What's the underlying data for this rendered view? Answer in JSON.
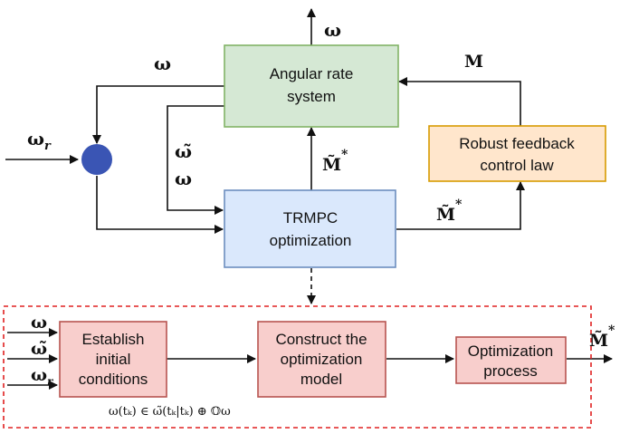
{
  "blocks": {
    "angular_rate": [
      "Angular rate",
      "system"
    ],
    "robust_feedback": [
      "Robust feedback",
      "control law"
    ],
    "trmpc": [
      "TRMPC",
      "optimization"
    ],
    "establish": [
      "Establish",
      "initial",
      "conditions"
    ],
    "construct": [
      "Construct the",
      "optimization",
      "model"
    ],
    "opt_process": [
      "Optimization",
      "process"
    ]
  },
  "labels": {
    "omega": "ω",
    "omega_tilde": "ω̃",
    "omega_r_base": "ω",
    "omega_r_sub": "r",
    "M": "M",
    "M_tilde": "M̃",
    "star": "*",
    "constraint": "ω(tₖ) ∈ ω̃(tₖ|tₖ) ⊕ 𝕆ω"
  },
  "colors": {
    "green_fill": "#d5e8d4",
    "green_stroke": "#82b366",
    "orange_fill": "#ffe6cc",
    "orange_stroke": "#d79b00",
    "blue_fill": "#dae8fc",
    "blue_stroke": "#6c8ebf",
    "pink_fill": "#f8cecc",
    "pink_stroke": "#b85450",
    "junction": "#3a55b4",
    "dashed_box": "#e02020"
  }
}
